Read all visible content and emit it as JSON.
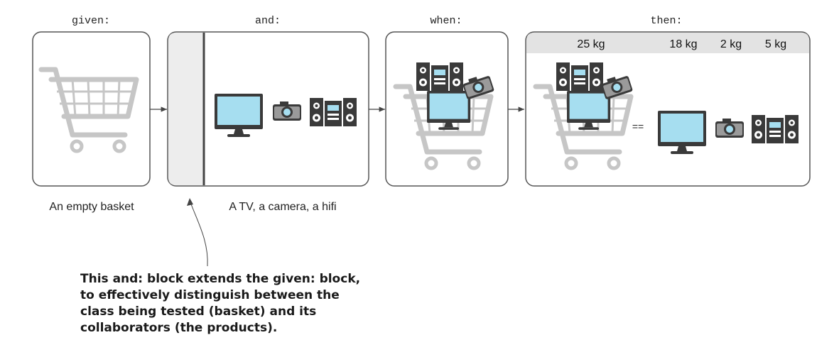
{
  "blocks": {
    "given": {
      "keyword": "given:",
      "caption": "An empty basket"
    },
    "and": {
      "keyword": "and:",
      "caption": "A TV, a camera, a hifi"
    },
    "when": {
      "keyword": "when:"
    },
    "then": {
      "keyword": "then:",
      "weights": {
        "total": "25 kg",
        "tv": "18 kg",
        "camera": "2 kg",
        "hifi": "5 kg"
      },
      "equals": "=="
    }
  },
  "annotation": {
    "lines": [
      "This and: block extends the given: block,",
      "to effectively distinguish between the",
      "class being tested (basket) and its",
      "collaborators (the products)."
    ]
  },
  "icons": [
    "cart-icon",
    "tv-icon",
    "camera-icon",
    "hifi-icon",
    "arrow-icon"
  ],
  "colors": {
    "border": "#555555",
    "cart": "#c6c6c6",
    "screen": "#a6def0",
    "device_dark": "#3a3a3a",
    "camera_body": "#8a8a8a",
    "weights_band": "#e3e3e3",
    "and_bar": "#ededed"
  }
}
